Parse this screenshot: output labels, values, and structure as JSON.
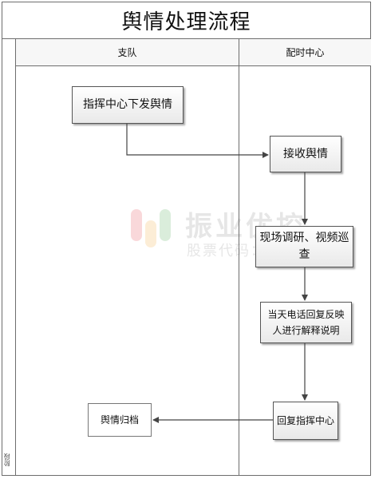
{
  "title": "舆情处理流程",
  "phase_label": "阶段",
  "lanes": [
    {
      "label": "支队"
    },
    {
      "label": "配时中心"
    }
  ],
  "steps": [
    {
      "id": "issue",
      "label": "指挥中心下发舆情"
    },
    {
      "id": "receive",
      "label": "接收舆情"
    },
    {
      "id": "investigate",
      "label": "现场调研、视频巡查"
    },
    {
      "id": "callback",
      "label": "当天电话回复反映人进行解释说明"
    },
    {
      "id": "reply",
      "label": "回复指挥中心"
    },
    {
      "id": "archive",
      "label": "舆情归档"
    }
  ],
  "watermark": {
    "text": "振业优控",
    "subtext": "股票代码：839..."
  }
}
